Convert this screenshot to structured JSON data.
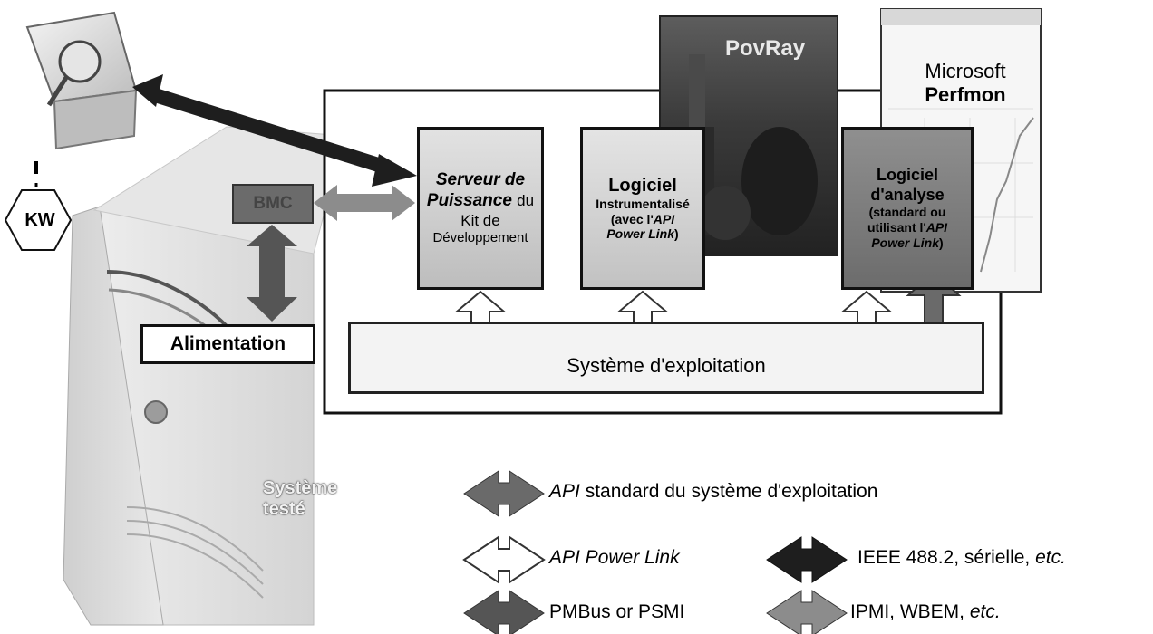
{
  "meter": {
    "label": "KW"
  },
  "sut": {
    "label_line1": "Système",
    "label_line2": "testé"
  },
  "power_supply": {
    "label": "Alimentation"
  },
  "bmc": {
    "label": "BMC"
  },
  "components": {
    "kit_server": {
      "line1": "Serveur de",
      "line2": "Puissance",
      "line3": "du",
      "line4": "Kit de",
      "line5": "Développement"
    },
    "instrumented_sw": {
      "line1": "Logiciel",
      "line2": "Instrumentalisé",
      "line3": "(avec l'",
      "line4": "API",
      "line5": "Power Link",
      "line6": ")"
    },
    "analysis_sw": {
      "line1": "Logiciel",
      "line2": "d'analyse",
      "line3": "(standard ou",
      "line4": "utilisant l'",
      "line5": "API",
      "line6": "Power Link",
      "line7": ")"
    }
  },
  "os": {
    "label": "Système d'exploitation"
  },
  "apps": {
    "povray": {
      "label": "PovRay"
    },
    "perfmon": {
      "line1": "Microsoft",
      "line2": "Perfmon"
    }
  },
  "legend": {
    "os_api": {
      "italic": "API",
      "rest": " standard du système d'exploitation"
    },
    "power_link": {
      "label": "API Power Link"
    },
    "ieee": {
      "label": "IEEE 488.2, sérielle, ",
      "italic": "etc."
    },
    "pmbus": {
      "label": "PMBus or PSMI"
    },
    "ipmi": {
      "label": "IPMI, WBEM, ",
      "italic": "etc."
    }
  },
  "colors": {
    "dark_arrow": "#1e1e1e",
    "os_api_arrow": "#6a6a6a",
    "pmbus_arrow": "#555555",
    "ipmi_arrow": "#8c8c8c",
    "power_link_arrow": "#ffffff"
  }
}
